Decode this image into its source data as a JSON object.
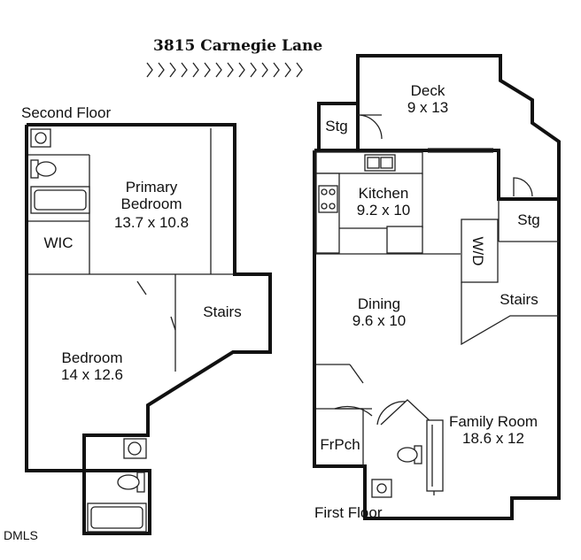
{
  "title": "3815 Carnegie Lane",
  "floors": {
    "second": "Second Floor",
    "first": "First Floor"
  },
  "rooms": {
    "primary_bedroom": {
      "name1": "Primary",
      "name2": "Bedroom",
      "dims": "13.7 x 10.8"
    },
    "wic": {
      "name": "WIC"
    },
    "stairs_upper": {
      "name": "Stairs"
    },
    "bedroom": {
      "name": "Bedroom",
      "dims": "14 x 12.6"
    },
    "deck": {
      "name": "Deck",
      "dims": "9 x 13"
    },
    "stg_left": {
      "name": "Stg"
    },
    "stg_right": {
      "name": "Stg"
    },
    "kitchen": {
      "name": "Kitchen",
      "dims": "9.2 x 10"
    },
    "wd": {
      "name": "W/D"
    },
    "dining": {
      "name": "Dining",
      "dims": "9.6 x 10"
    },
    "stairs_lower": {
      "name": "Stairs"
    },
    "family_room": {
      "name": "Family Room",
      "dims": "18.6 x 12"
    },
    "frpch": {
      "name": "FrPch"
    }
  },
  "watermark": "DMLS"
}
